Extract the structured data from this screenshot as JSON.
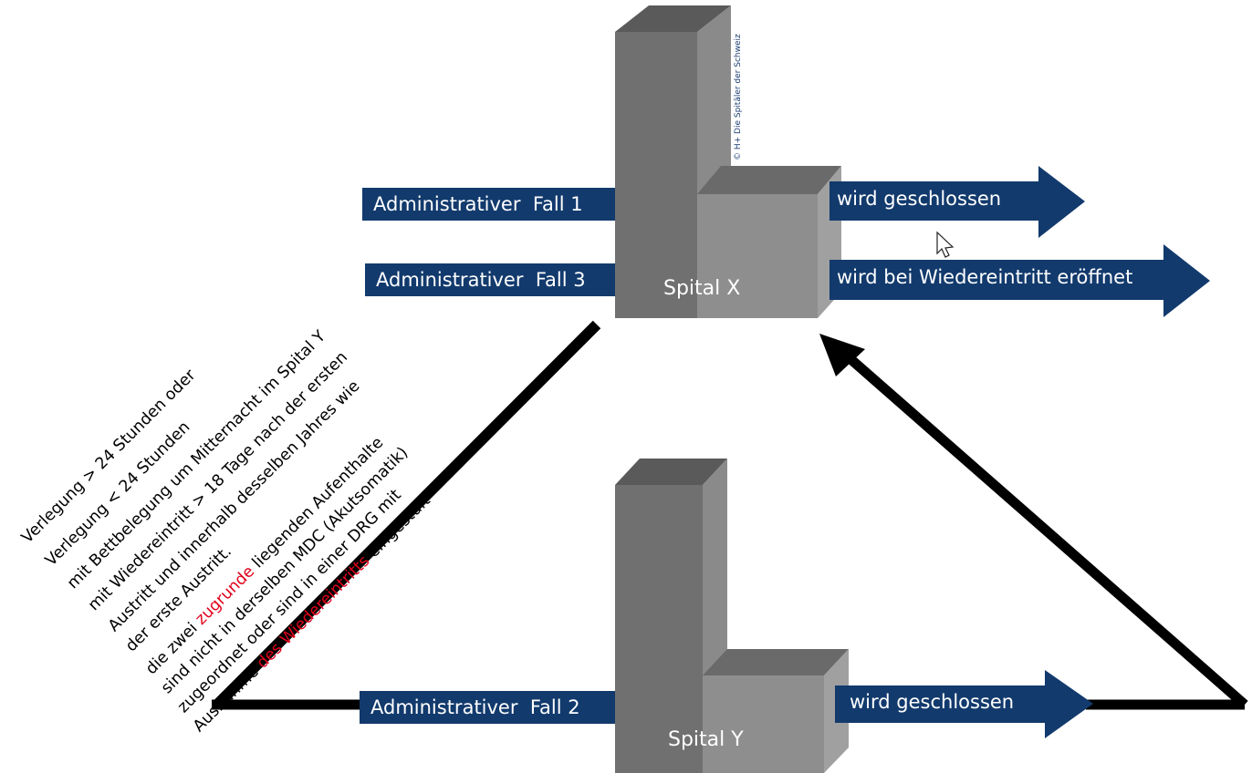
{
  "copyright": "© H+ Die Spitäler der Schweiz",
  "hospitals": {
    "x": {
      "label": "Spital X"
    },
    "y": {
      "label": "Spital Y"
    }
  },
  "cases": {
    "fall1": "Administrativer  Fall 1",
    "fall2": "Administrativer  Fall 2",
    "fall3": "Administrativer  Fall 3"
  },
  "outcomes": {
    "closed_x": "wird geschlossen",
    "reopened_x": "wird bei Wiedereintritt eröffnet",
    "closed_y": "wird geschlossen"
  },
  "rules": {
    "line1": "Verlegung > 24 Stunden oder",
    "line2": "Verlegung < 24 Stunden",
    "line3": "mit Bettbelegung um Mitternacht im Spital Y",
    "line4": "mit Wiedereintritt > 18 Tage nach der ersten",
    "line5": "Austritt und innerhalb desselben Jahres wie",
    "line6": "der erste Austritt.",
    "line7_pre": "die zwei ",
    "line7_red": "zugrunde",
    "line7_post": " liegenden Aufenthalte",
    "line8": "sind nicht in derselben MDC (Akutsomatik)",
    "line9": "zugeordnet oder sind in einer DRG mit",
    "line10_pre": "Ausnahme ",
    "line10_red": "des Wiedereintritts",
    "line10_post": " eingestuft"
  },
  "colors": {
    "navy": "#123a6d",
    "dark_bar": "#707070",
    "light_bar": "#8e8e8e",
    "red_text": "#e0001b"
  }
}
